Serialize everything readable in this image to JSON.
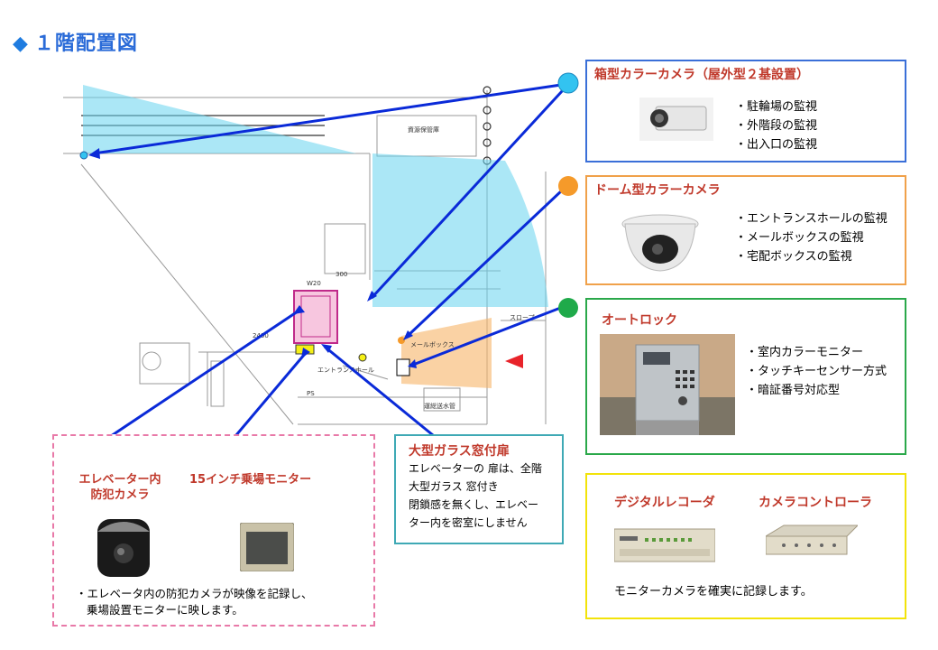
{
  "title": "１階配置図",
  "legend": {
    "boxcam": {
      "title": "箱型カラーカメラ（屋外型２基設置）",
      "bullets": [
        "駐輪場の監視",
        "外階段の監視",
        "出入口の監視"
      ],
      "color": "#3a6fd8",
      "marker_color": "#33c3f0"
    },
    "domecam": {
      "title": "ドーム型カラーカメラ",
      "bullets": [
        "エントランスホールの監視",
        "メールボックスの監視",
        "宅配ボックスの監視"
      ],
      "color": "#f0a14a",
      "marker_color": "#f59a2a"
    },
    "autolock": {
      "title": "オートロック",
      "bullets": [
        "室内カラーモニター",
        "タッチキーセンサー方式",
        "暗証番号対応型"
      ],
      "color": "#2aa84a",
      "marker_color": "#1faa4a"
    },
    "recorder": {
      "label1": "デジタルレコーダ",
      "label2": "カメラコントローラ",
      "note": "モニターカメラを確実に記録します。",
      "color": "#f2e30a"
    },
    "elevator": {
      "cam_label": "エレベーター内\n防犯カメラ",
      "monitor_label": "15インチ乗場モニター",
      "note_line1": "・エレベータ内の防犯カメラが映像を記録し、",
      "note_line2": "乗場設置モニターに映します。",
      "color": "#e879a8",
      "marker_color": "#f49ac8",
      "monitor_color": "#f5f016"
    },
    "glass": {
      "title": "大型ガラス窓付扉",
      "lines": [
        "エレベーターの 扉は、全階",
        "大型ガラス 窓付き",
        "閉鎖感を無くし、エレベー",
        "ター内を密室にしません"
      ],
      "color": "#3fa9b5"
    }
  },
  "plan_labels": {
    "storage": "資源保管庫",
    "slope": "スロープ",
    "w20": "W20",
    "d300": "300",
    "mailbox": "メールボックス",
    "entrance": "エントランスホール",
    "pipe": "運総送水管",
    "ps": "PS",
    "d2400": "2400"
  }
}
